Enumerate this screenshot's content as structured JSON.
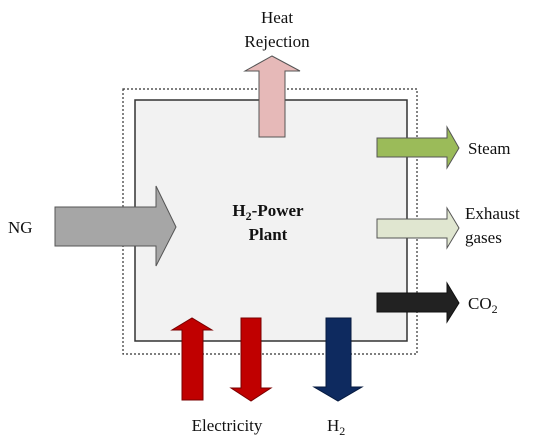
{
  "plant": {
    "title_prefix": "H",
    "title_sub": "2",
    "title_suffix": "-Power",
    "title_line2": "Plant",
    "fill": "#f2f2f2",
    "border": "#333333"
  },
  "inputs": {
    "ng": {
      "label": "NG",
      "color": "#a6a6a6"
    }
  },
  "outputs": {
    "heat": {
      "line1": "Heat",
      "line2": "Rejection",
      "color": "#e6b9b8"
    },
    "steam": {
      "label": "Steam",
      "color": "#9bbb59"
    },
    "exhaust": {
      "line1": "Exhaust",
      "line2": "gases",
      "color": "#e0e6d0"
    },
    "co2": {
      "prefix": "CO",
      "sub": "2",
      "color": "#222222"
    },
    "h2": {
      "prefix": "H",
      "sub": "2",
      "color": "#0e2a5f"
    }
  },
  "electricity": {
    "label": "Electricity",
    "color": "#c00000"
  }
}
